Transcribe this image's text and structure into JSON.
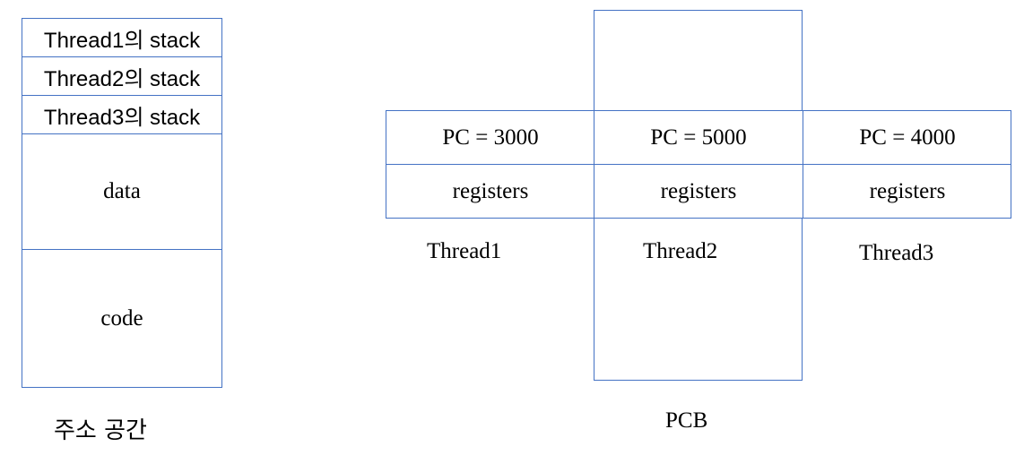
{
  "address_space": {
    "segments": [
      {
        "label": "Thread1의 stack"
      },
      {
        "label": "Thread2의 stack"
      },
      {
        "label": "Thread3의 stack"
      },
      {
        "label": "data"
      },
      {
        "label": "code"
      }
    ],
    "caption": "주소 공간"
  },
  "pcb": {
    "pc_values": [
      "PC = 3000",
      "PC = 5000",
      "PC = 4000"
    ],
    "registers_label": "registers",
    "threads": [
      "Thread1",
      "Thread2",
      "Thread3"
    ],
    "caption": "PCB"
  },
  "colors": {
    "border": "#4472c4",
    "text": "#000000",
    "background": "#ffffff"
  }
}
